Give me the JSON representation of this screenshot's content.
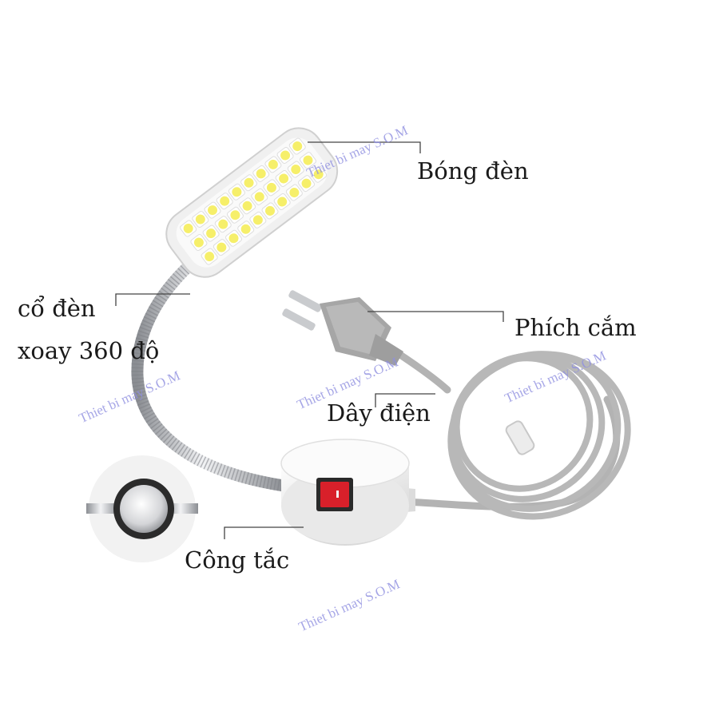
{
  "labels": {
    "bulb": "Bóng đèn",
    "neck_line1": "cổ đèn",
    "neck_line2": "xoay 360 độ",
    "plug": "Phích cắm",
    "cord": "Dây điện",
    "switch": "Công tắc"
  },
  "watermark": "Thiet bi may S.O.M",
  "colors": {
    "label_text": "#1a1a1a",
    "watermark": "#8f8fe0",
    "switch_red": "#d8202a",
    "cable_gray": "#b3b3b3",
    "led_yellow": "#f6ef6a"
  }
}
